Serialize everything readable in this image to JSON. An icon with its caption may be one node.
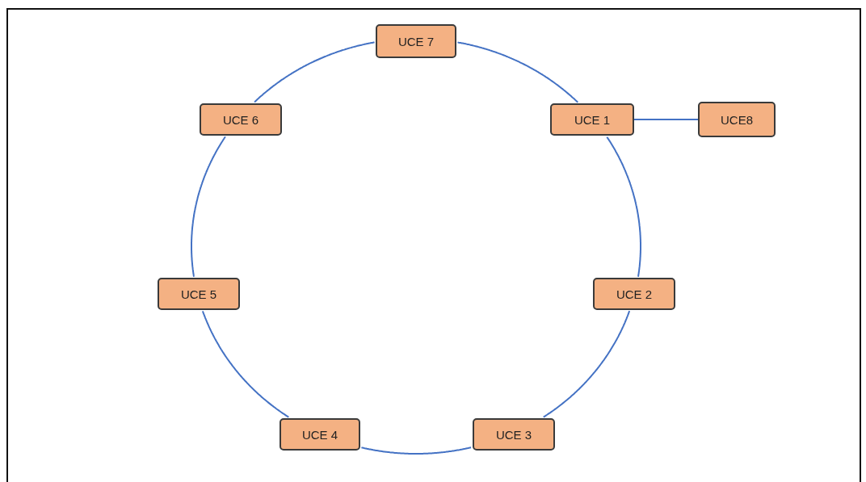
{
  "diagram": {
    "nodes": [
      {
        "text": [
          "UCE 7"
        ]
      },
      {
        "text": [
          "UCE 6"
        ]
      },
      {
        "text": [
          "UCE 1"
        ]
      },
      {
        "text": [
          "UCE8"
        ]
      },
      {
        "text": [
          "UCE 5"
        ]
      },
      {
        "text": [
          "UCE 2"
        ]
      },
      {
        "text": [
          "UCE 4"
        ]
      },
      {
        "text": [
          "UCE 3"
        ]
      }
    ],
    "edges": [
      {
        "from": 0,
        "to": 2,
        "arrow": "none"
      },
      {
        "from": 2,
        "to": 5,
        "arrow": "none"
      },
      {
        "from": 5,
        "to": 7,
        "arrow": "none"
      },
      {
        "from": 7,
        "to": 6,
        "arrow": "none"
      },
      {
        "from": 6,
        "to": 4,
        "arrow": "none"
      },
      {
        "from": 4,
        "to": 1,
        "arrow": "none"
      },
      {
        "from": 1,
        "to": 0,
        "arrow": "none"
      },
      {
        "from": 2,
        "to": 3,
        "arrow": "none"
      }
    ]
  }
}
